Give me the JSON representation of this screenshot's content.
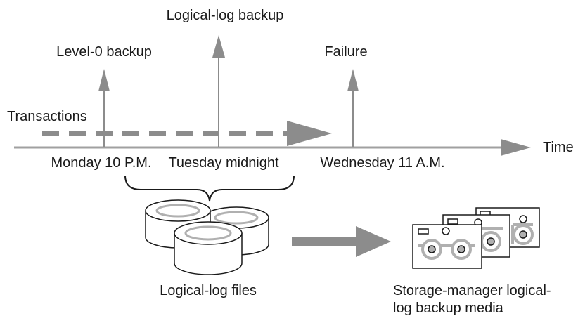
{
  "labels": {
    "logical_log_backup": "Logical-log backup",
    "level0_backup": "Level-0 backup",
    "failure": "Failure",
    "transactions": "Transactions",
    "time": "Time",
    "monday": "Monday 10 P.M.",
    "tuesday": "Tuesday midnight",
    "wednesday": "Wednesday 11 A.M.",
    "log_files": "Logical-log files",
    "storage_line1": "Storage-manager logical-",
    "storage_line2": "log backup media"
  },
  "colors": {
    "arrow_gray": "#8c8c8c",
    "line_gray": "#a0a0a0",
    "text": "#1a1a1a"
  }
}
